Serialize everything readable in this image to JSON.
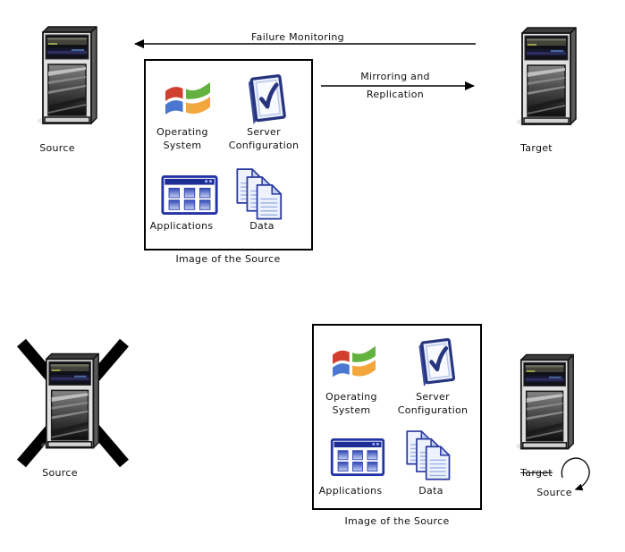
{
  "scene_normal": {
    "source_label": "Source",
    "target_label": "Target",
    "failure_monitoring_label": "Failure Monitoring",
    "mirroring_label_line1": "Mirroring and",
    "mirroring_label_line2": "Replication"
  },
  "scene_failover": {
    "failed_source_label": "Source",
    "struck_target_label": "Target",
    "new_source_label": "Source"
  },
  "image_box": {
    "caption": "Image of the Source",
    "operating_system": {
      "line1": "Operating",
      "line2": "System"
    },
    "server_configuration": {
      "line1": "Server",
      "line2": "Configuration"
    },
    "applications": "Applications",
    "data": "Data"
  },
  "colors": {
    "background": "#ffffff",
    "line": "#000000",
    "box_border": "#000000",
    "icon_blue_dark": "#27357f",
    "icon_blue_light": "#e9eefb",
    "windows_red": "#d23f2f",
    "windows_green": "#63b13e",
    "windows_blue": "#4b77d1",
    "windows_orange": "#f2a63b"
  }
}
